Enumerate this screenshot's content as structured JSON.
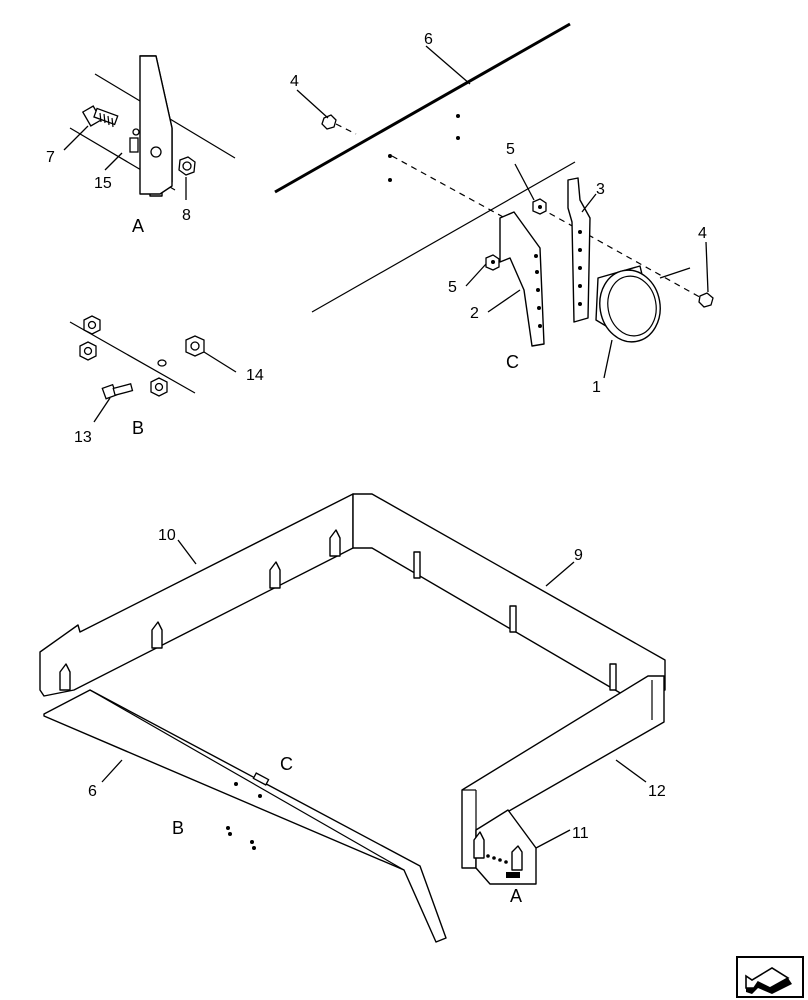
{
  "callouts": {
    "c6_top": "6",
    "c4_top": "4",
    "c7": "7",
    "c15": "15",
    "c8": "8",
    "c5_upper": "5",
    "c3": "3",
    "c4_right": "4",
    "c5_lower": "5",
    "c2": "2",
    "c1": "1",
    "c14": "14",
    "c13": "13",
    "c10": "10",
    "c9": "9",
    "c6_bottom": "6",
    "c12": "12",
    "c11": "11"
  },
  "view_labels": {
    "detail_a": "A",
    "detail_b": "B",
    "detail_c": "C",
    "main_c": "C",
    "main_b": "B",
    "main_a": "A"
  },
  "icons": {
    "nav": "arrow-icon"
  }
}
